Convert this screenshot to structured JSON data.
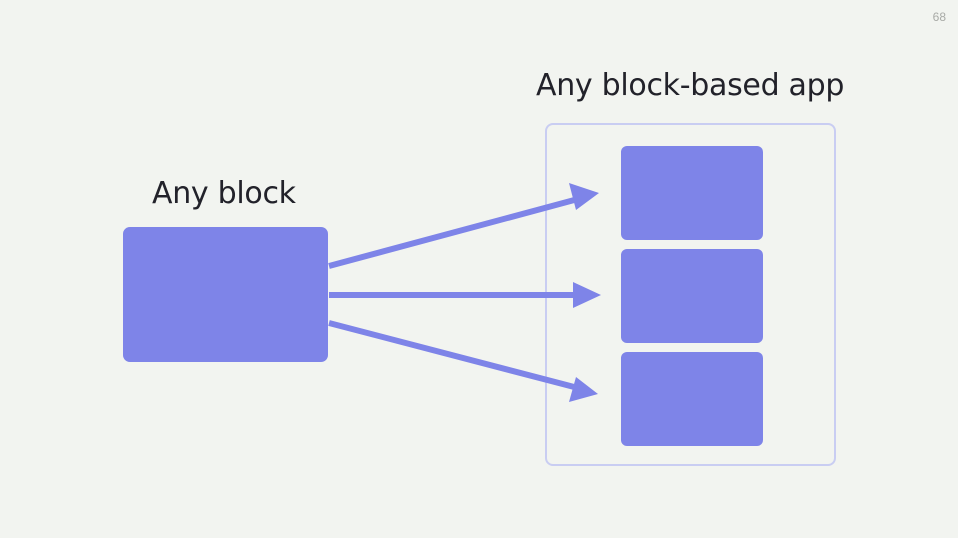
{
  "slide": {
    "page_number": "68"
  },
  "diagram": {
    "source_label": "Any block",
    "app_label": "Any block-based app",
    "accent_color": "#7e84e8",
    "container_border_color": "#c9cdf2"
  }
}
